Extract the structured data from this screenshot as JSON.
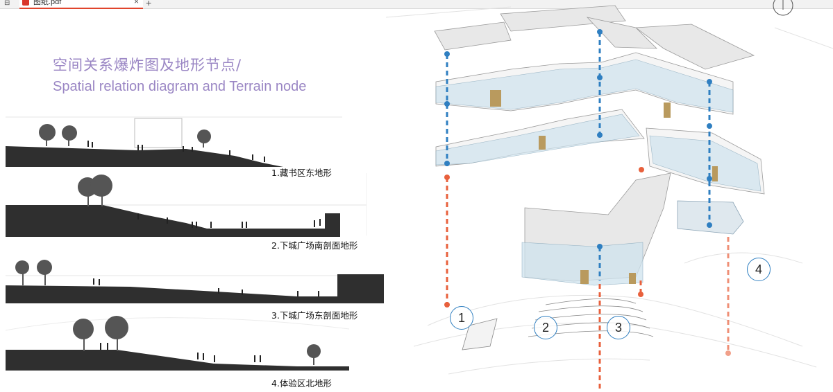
{
  "viewer": {
    "tab_title": "图纸.pdf",
    "close_glyph": "×",
    "add_glyph": "+",
    "sidebar_glyph": "⊟",
    "pdf_icon": "pdf-file-icon"
  },
  "title": {
    "cn": "空间关系爆炸图及地形节点/",
    "en": "Spatial relation diagram and Terrain node"
  },
  "sections": [
    {
      "caption": "1.藏书区东地形"
    },
    {
      "caption": "2.下城广场南剖面地形"
    },
    {
      "caption": "3.下城广场东剖面地形"
    },
    {
      "caption": "4.体验区北地形"
    }
  ],
  "diagram": {
    "callouts": [
      "1",
      "2",
      "3",
      "4"
    ],
    "colors": {
      "upper_link": "#2f7fc1",
      "ground_link": "#e8603c",
      "callout_ring": "#2f7fc1",
      "terrain_fill": "#2f2f2f",
      "title": "#9a86c4"
    }
  }
}
